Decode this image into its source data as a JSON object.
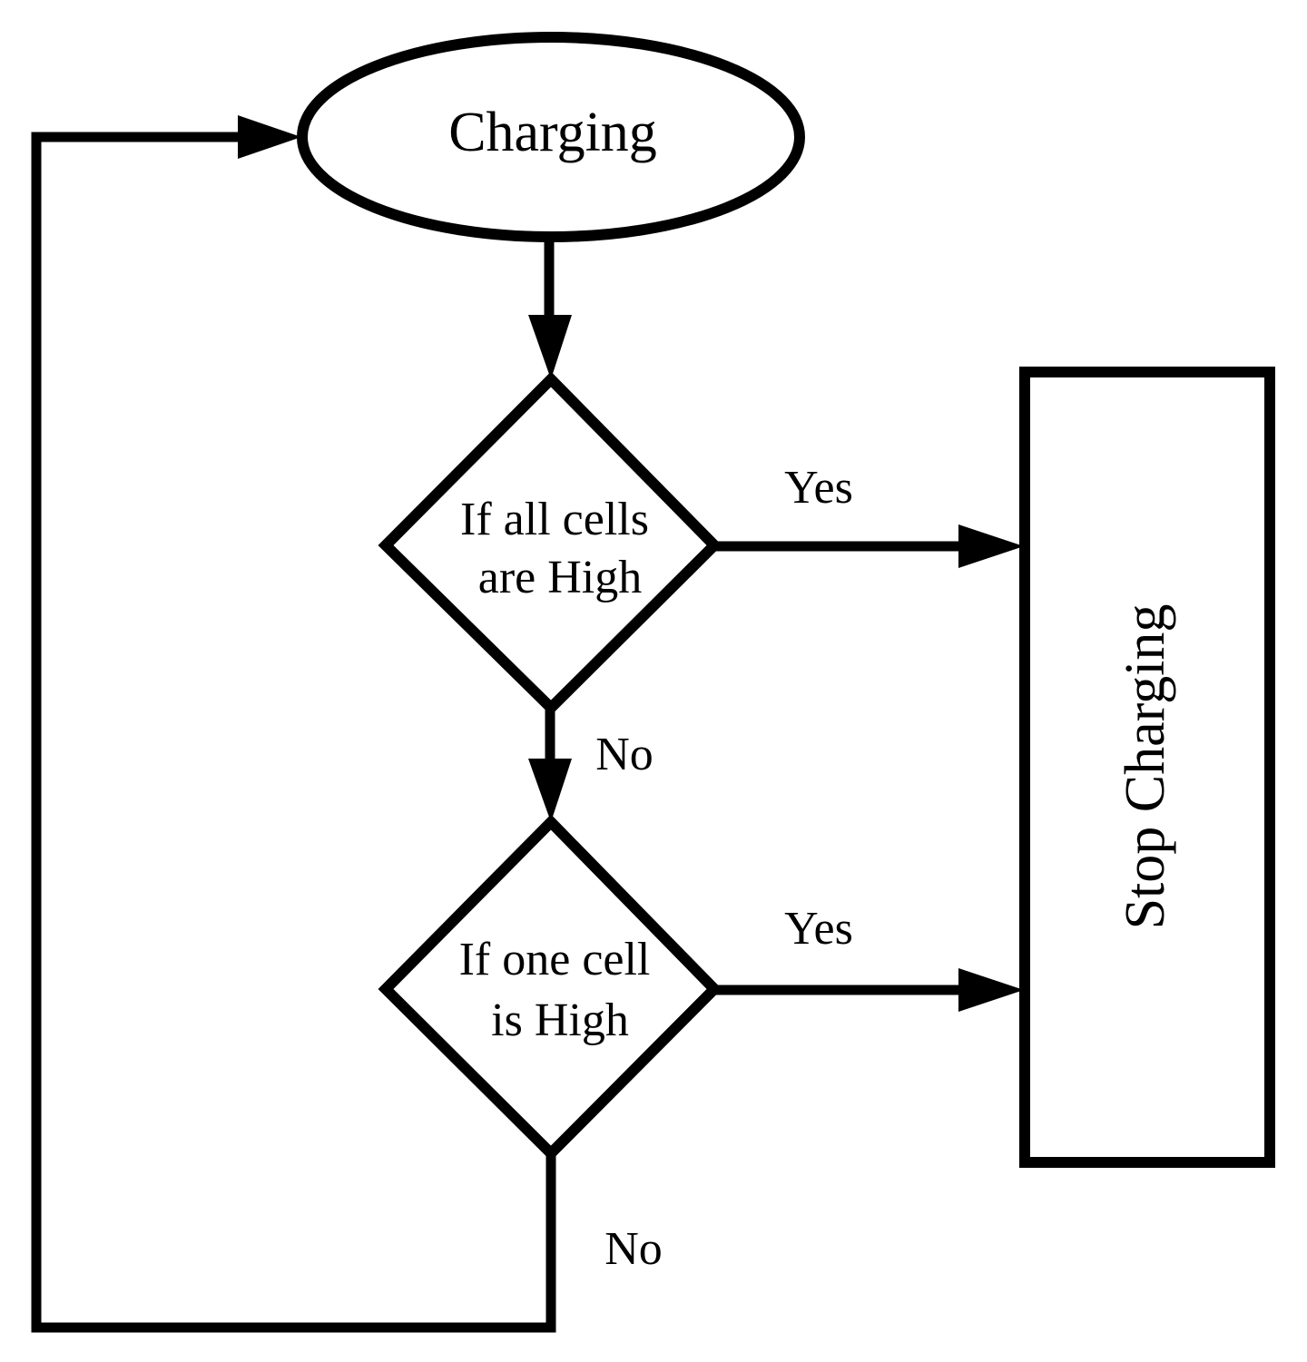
{
  "nodes": {
    "start": {
      "label": "Charging"
    },
    "decision_all": {
      "line1": "If all cells",
      "line2": "are High"
    },
    "decision_one": {
      "line1": "If one cell",
      "line2": "is High"
    },
    "stop": {
      "label": "Stop Charging"
    }
  },
  "edges": {
    "all_yes": "Yes",
    "all_no": "No",
    "one_yes": "Yes",
    "one_no": "No"
  },
  "colors": {
    "stroke": "#000000",
    "background": "#ffffff"
  }
}
